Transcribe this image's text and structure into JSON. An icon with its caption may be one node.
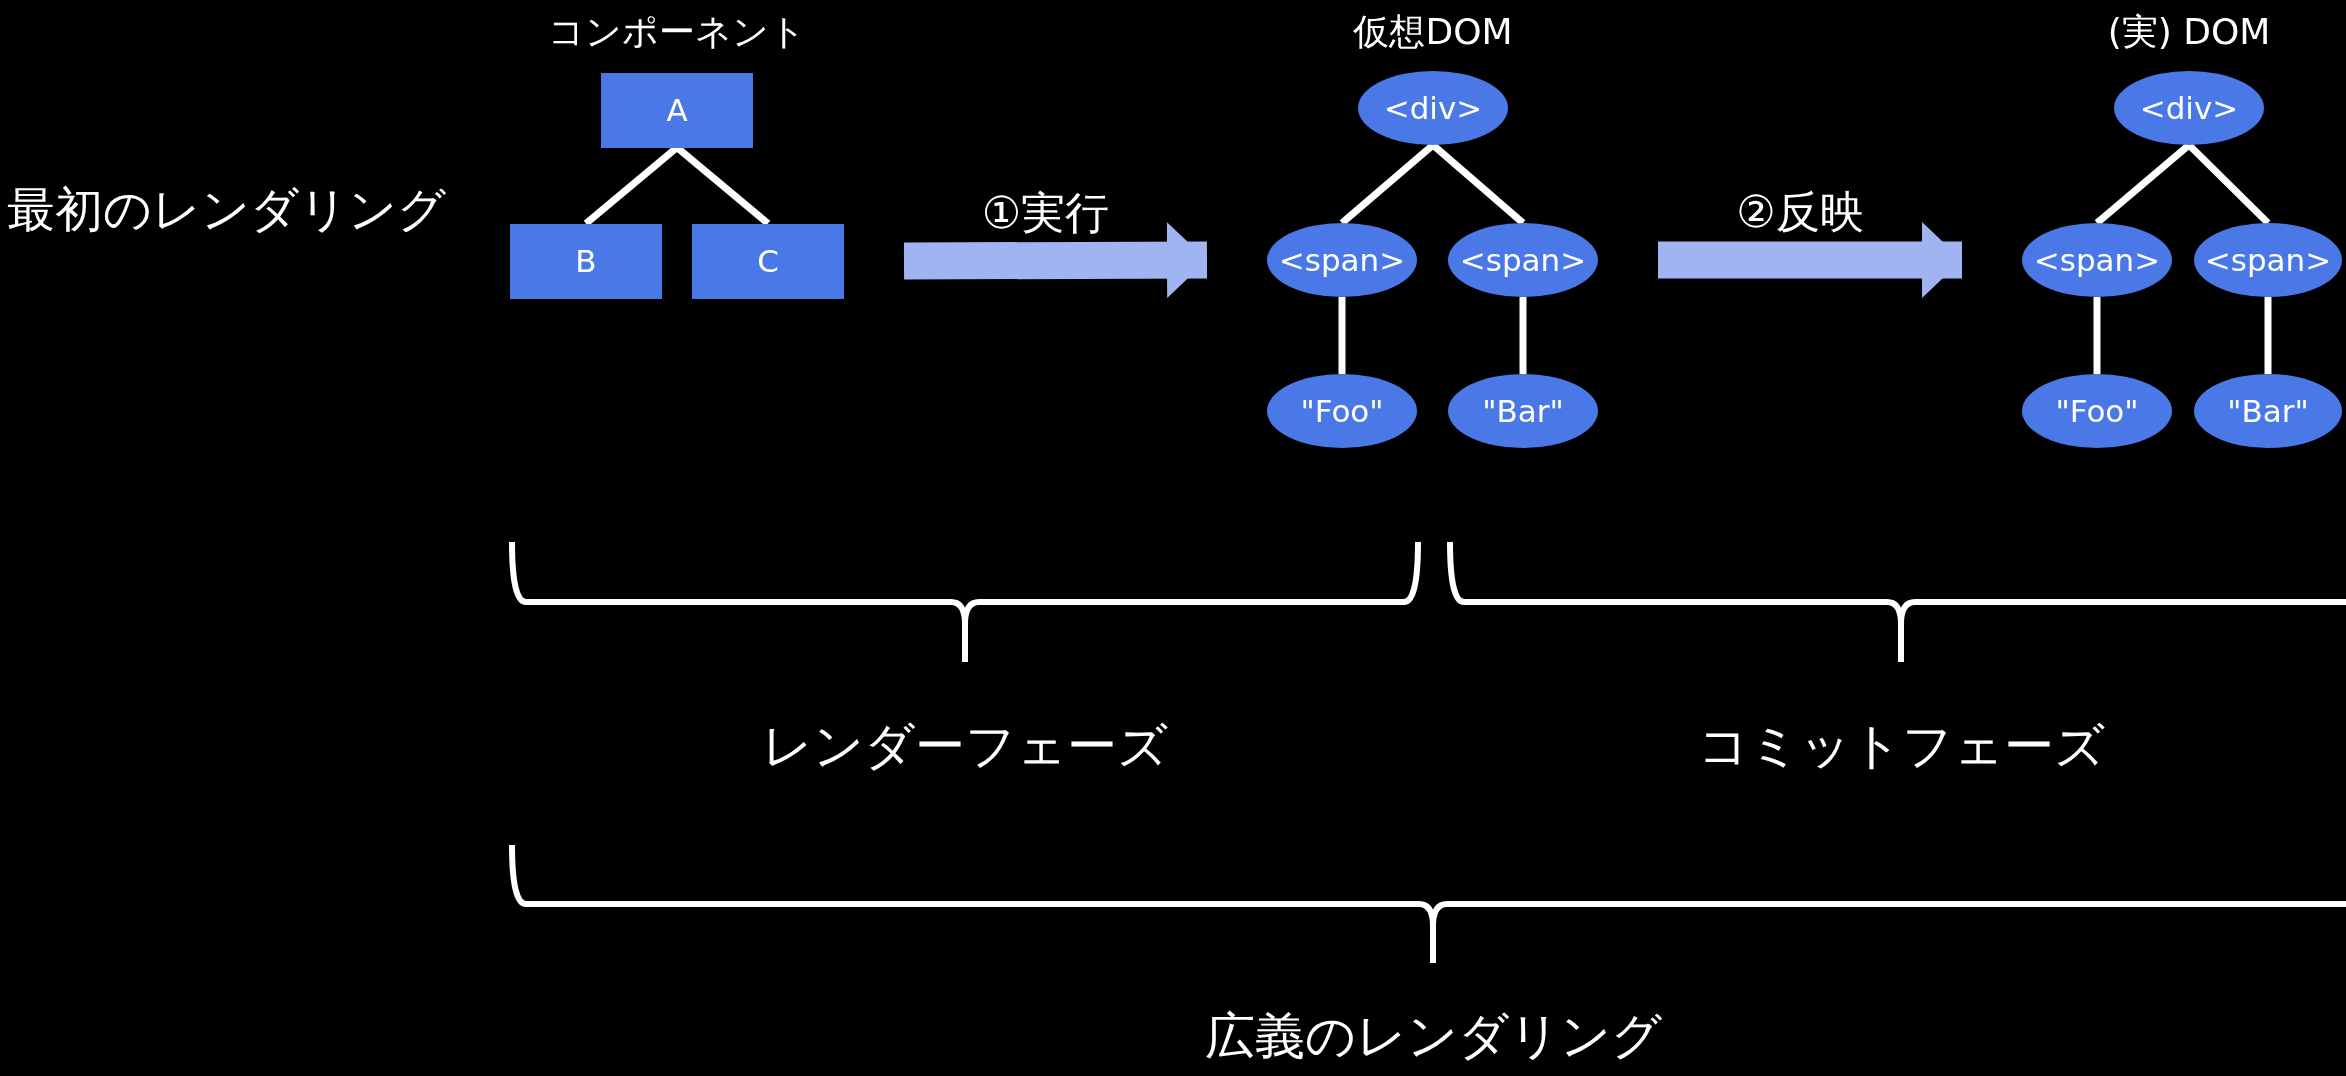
{
  "diagram": {
    "nodes": [
      {
        "text": [
          "A"
        ]
      },
      {
        "text": [
          "B"
        ]
      },
      {
        "text": [
          "C"
        ]
      },
      {
        "text": [
          "<div>"
        ]
      },
      {
        "text": [
          "<span>"
        ]
      },
      {
        "text": [
          "<span>"
        ]
      },
      {
        "text": [
          "\"Foo\""
        ]
      },
      {
        "text": [
          "\"Bar\""
        ]
      },
      {
        "text": [
          "<div>"
        ]
      },
      {
        "text": [
          "<span>"
        ]
      },
      {
        "text": [
          "<span>"
        ]
      },
      {
        "text": [
          "\"Foo\""
        ]
      },
      {
        "text": [
          "\"Bar\""
        ]
      }
    ],
    "edges": [
      {
        "from": 0,
        "to": 1,
        "arrow": "none"
      },
      {
        "from": 0,
        "to": 2,
        "arrow": "none"
      },
      {
        "from": 3,
        "to": 4,
        "arrow": "none"
      },
      {
        "from": 3,
        "to": 5,
        "arrow": "none"
      },
      {
        "from": 4,
        "to": 6,
        "arrow": "none"
      },
      {
        "from": 5,
        "to": 7,
        "arrow": "none"
      },
      {
        "from": 8,
        "to": 9,
        "arrow": "none"
      },
      {
        "from": 8,
        "to": 10,
        "arrow": "none"
      },
      {
        "from": 9,
        "to": 11,
        "arrow": "none"
      },
      {
        "from": 10,
        "to": 12,
        "arrow": "none"
      },
      {
        "from": 2,
        "to": 4,
        "arrow": "to",
        "label": "①実行",
        "style": "thick",
        "color": "#9fb4f0"
      },
      {
        "from": 5,
        "to": 9,
        "arrow": "to",
        "label": "②反映",
        "style": "thick",
        "color": "#9fb4f0"
      }
    ],
    "labels": [
      "コンポーネント",
      "仮想DOM",
      "(実) DOM",
      "最初のレンダリング",
      "レンダーフェーズ",
      "コミットフェーズ",
      "広義のレンダリング"
    ]
  }
}
